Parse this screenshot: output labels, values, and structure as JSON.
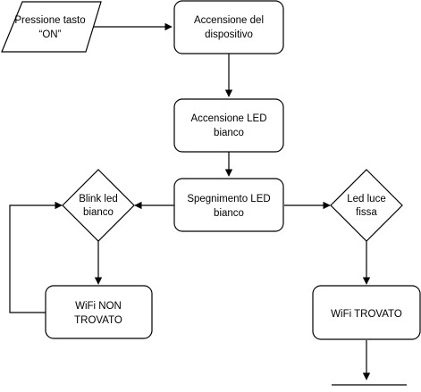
{
  "diagram": {
    "nodes": {
      "press_on": {
        "line1": "Pressione tasto",
        "line2": "“ON”"
      },
      "power_on_device": {
        "line1": "Accensione del",
        "line2": "dispositivo"
      },
      "white_led_on": {
        "line1": "Accensione LED",
        "line2": "bianco"
      },
      "white_led_off": {
        "line1": "Spegnimento LED",
        "line2": "bianco"
      },
      "blink_white_led": {
        "line1": "Blink led",
        "line2": "bianco"
      },
      "steady_led": {
        "line1": "Led luce",
        "line2": "fissa"
      },
      "wifi_not_found": {
        "line1": "WiFi  NON",
        "line2": "TROVATO"
      },
      "wifi_found": {
        "line1": "WiFi TROVATO"
      }
    }
  }
}
